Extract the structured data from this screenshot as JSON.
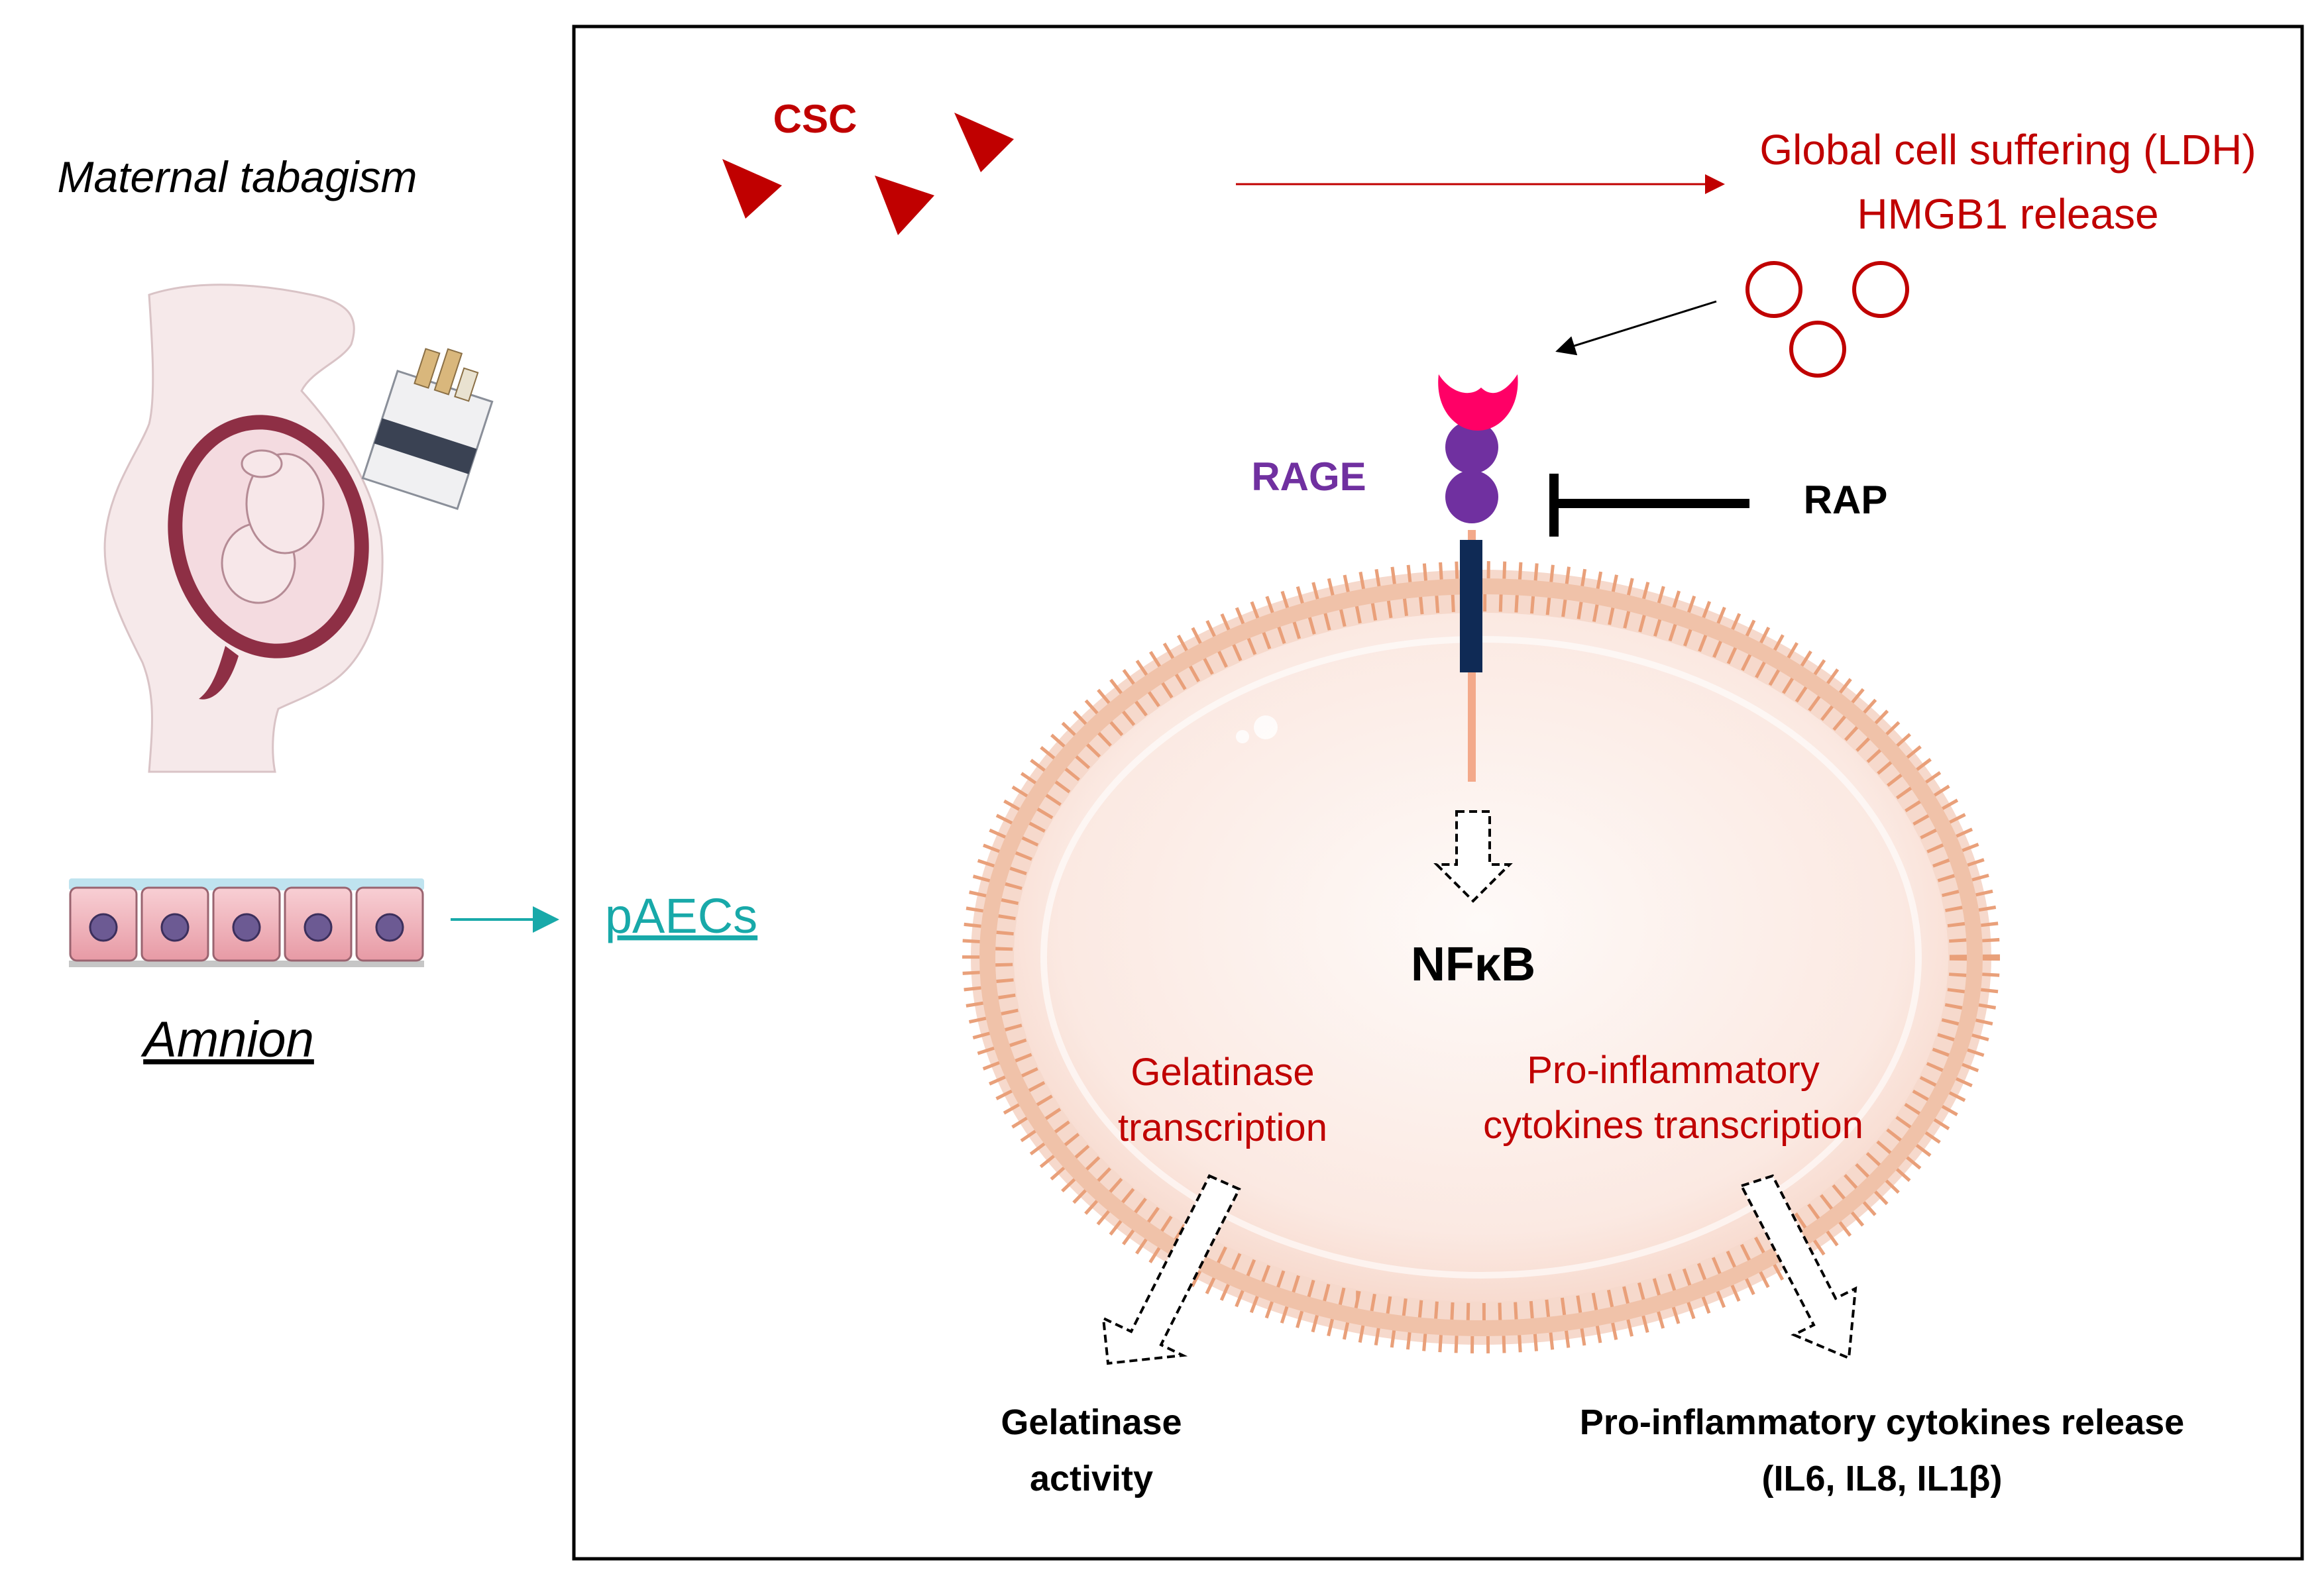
{
  "left_panel": {
    "maternal_label": "Maternal tabagism",
    "amnion_label": "Amnion",
    "paecs_label": "pAECs"
  },
  "main_panel": {
    "csc_label": "CSC",
    "cell_suffering_line1": "Global cell suffering (LDH)",
    "cell_suffering_line2": "HMGB1 release",
    "rage_label": "RAGE",
    "rap_label": "RAP",
    "nfkb_label": "NFκB",
    "gelatinase_transcription_line1": "Gelatinase",
    "gelatinase_transcription_line2": "transcription",
    "cytokines_transcription_line1": "Pro-inflammatory",
    "cytokines_transcription_line2": "cytokines transcription",
    "gelatinase_activity_line1": "Gelatinase",
    "gelatinase_activity_line2": "activity",
    "cytokines_release_line1": "Pro-inflammatory cytokines release",
    "cytokines_release_line2": "(IL6, IL8, IL1β)"
  },
  "colors": {
    "dark_red": "#c00000",
    "teal": "#18a9a9",
    "purple": "#7030a0",
    "membrane_orange": "#e9a07a",
    "receptor_navy": "#0f2a55",
    "ligand_pink": "#ff0066",
    "black": "#000000"
  }
}
